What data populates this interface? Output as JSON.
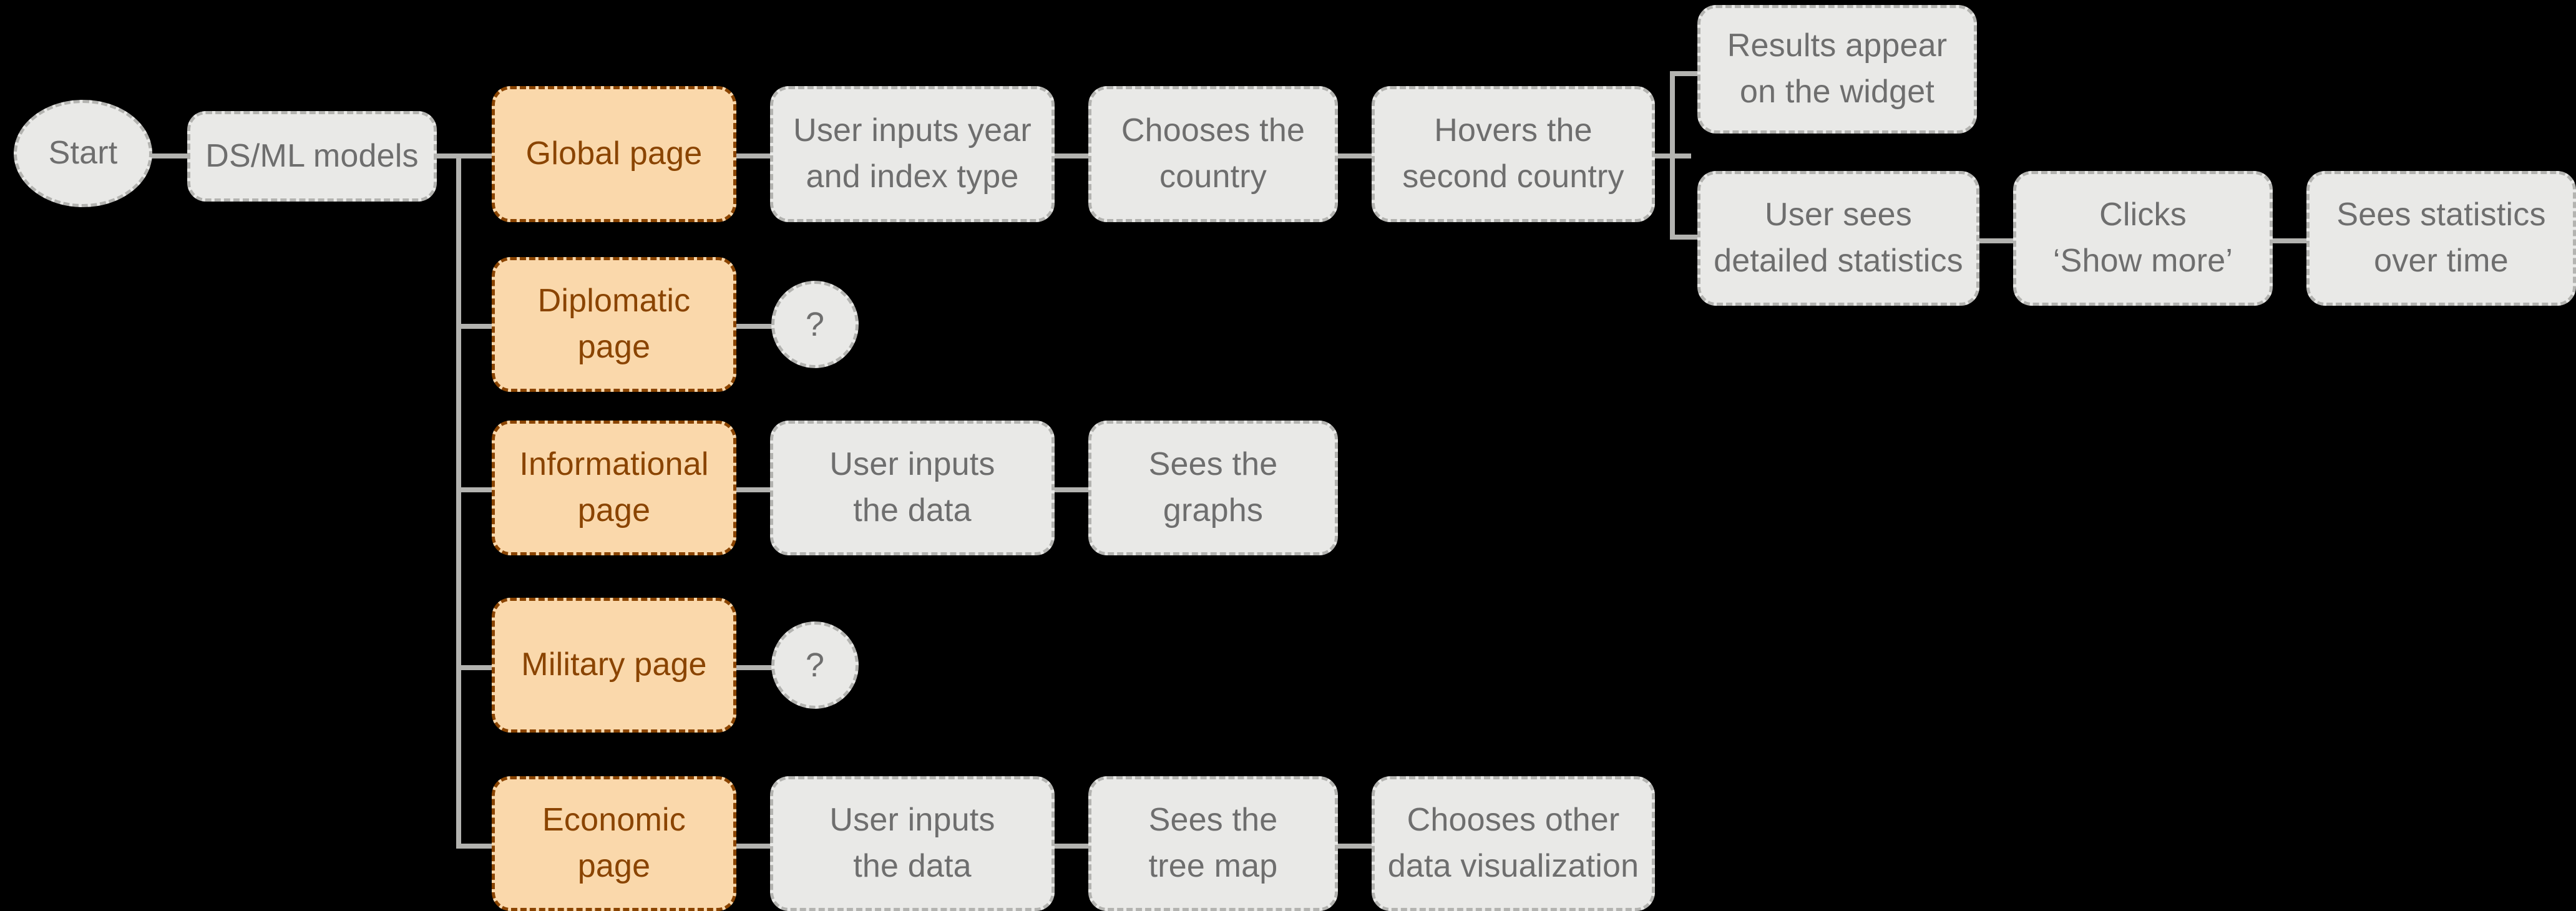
{
  "diagram": {
    "type": "flowchart",
    "title": "User flow diagram",
    "background_color": "#000000",
    "accent_color": "#8a4400",
    "highlight_fill": "#fad8ab",
    "default_fill": "#e9e9e7",
    "default_border": "#b3b3b0",
    "default_text": "#6e6e6e",
    "edge_color": "#b3b3b0"
  },
  "nodes": {
    "start": {
      "label": "Start",
      "shape": "ellipse",
      "style": "grey"
    },
    "ds_ml_models": {
      "label": "DS/ML models",
      "shape": "rounded-rect",
      "style": "grey"
    },
    "global_page": {
      "label": "Global page",
      "shape": "rounded-rect",
      "style": "orange"
    },
    "user_inputs_year": {
      "label": "User inputs year\nand index type",
      "shape": "rounded-rect",
      "style": "grey"
    },
    "chooses_country": {
      "label": "Chooses the\ncountry",
      "shape": "rounded-rect",
      "style": "grey"
    },
    "hovers_second_country": {
      "label": "Hovers the\nsecond country",
      "shape": "rounded-rect",
      "style": "grey"
    },
    "results_appear": {
      "label": "Results appear\non the widget",
      "shape": "rounded-rect",
      "style": "grey"
    },
    "user_sees_stats": {
      "label": "User sees\ndetailed statistics",
      "shape": "rounded-rect",
      "style": "grey"
    },
    "clicks_show_more": {
      "label": "Clicks\n‘Show more’",
      "shape": "rounded-rect",
      "style": "grey"
    },
    "sees_stats_over_time": {
      "label": "Sees statistics\nover time",
      "shape": "rounded-rect",
      "style": "grey"
    },
    "diplomatic_page": {
      "label": "Diplomatic\npage",
      "shape": "rounded-rect",
      "style": "orange"
    },
    "diplomatic_unknown": {
      "label": "?",
      "shape": "circle",
      "style": "grey"
    },
    "informational_page": {
      "label": "Informational\npage",
      "shape": "rounded-rect",
      "style": "orange"
    },
    "info_user_inputs_data": {
      "label": "User inputs\nthe data",
      "shape": "rounded-rect",
      "style": "grey"
    },
    "info_sees_graphs": {
      "label": "Sees the\ngraphs",
      "shape": "rounded-rect",
      "style": "grey"
    },
    "military_page": {
      "label": "Military page",
      "shape": "rounded-rect",
      "style": "orange"
    },
    "military_unknown": {
      "label": "?",
      "shape": "circle",
      "style": "grey"
    },
    "economic_page": {
      "label": "Economic\npage",
      "shape": "rounded-rect",
      "style": "orange"
    },
    "econ_user_inputs_data": {
      "label": "User inputs\nthe data",
      "shape": "rounded-rect",
      "style": "grey"
    },
    "econ_sees_tree_map": {
      "label": "Sees the\ntree map",
      "shape": "rounded-rect",
      "style": "grey"
    },
    "econ_chooses_other": {
      "label": "Chooses other\ndata visualization",
      "shape": "rounded-rect",
      "style": "grey"
    }
  },
  "branches": [
    "Global page",
    "Diplomatic page",
    "Informational page",
    "Military page",
    "Economic page"
  ]
}
